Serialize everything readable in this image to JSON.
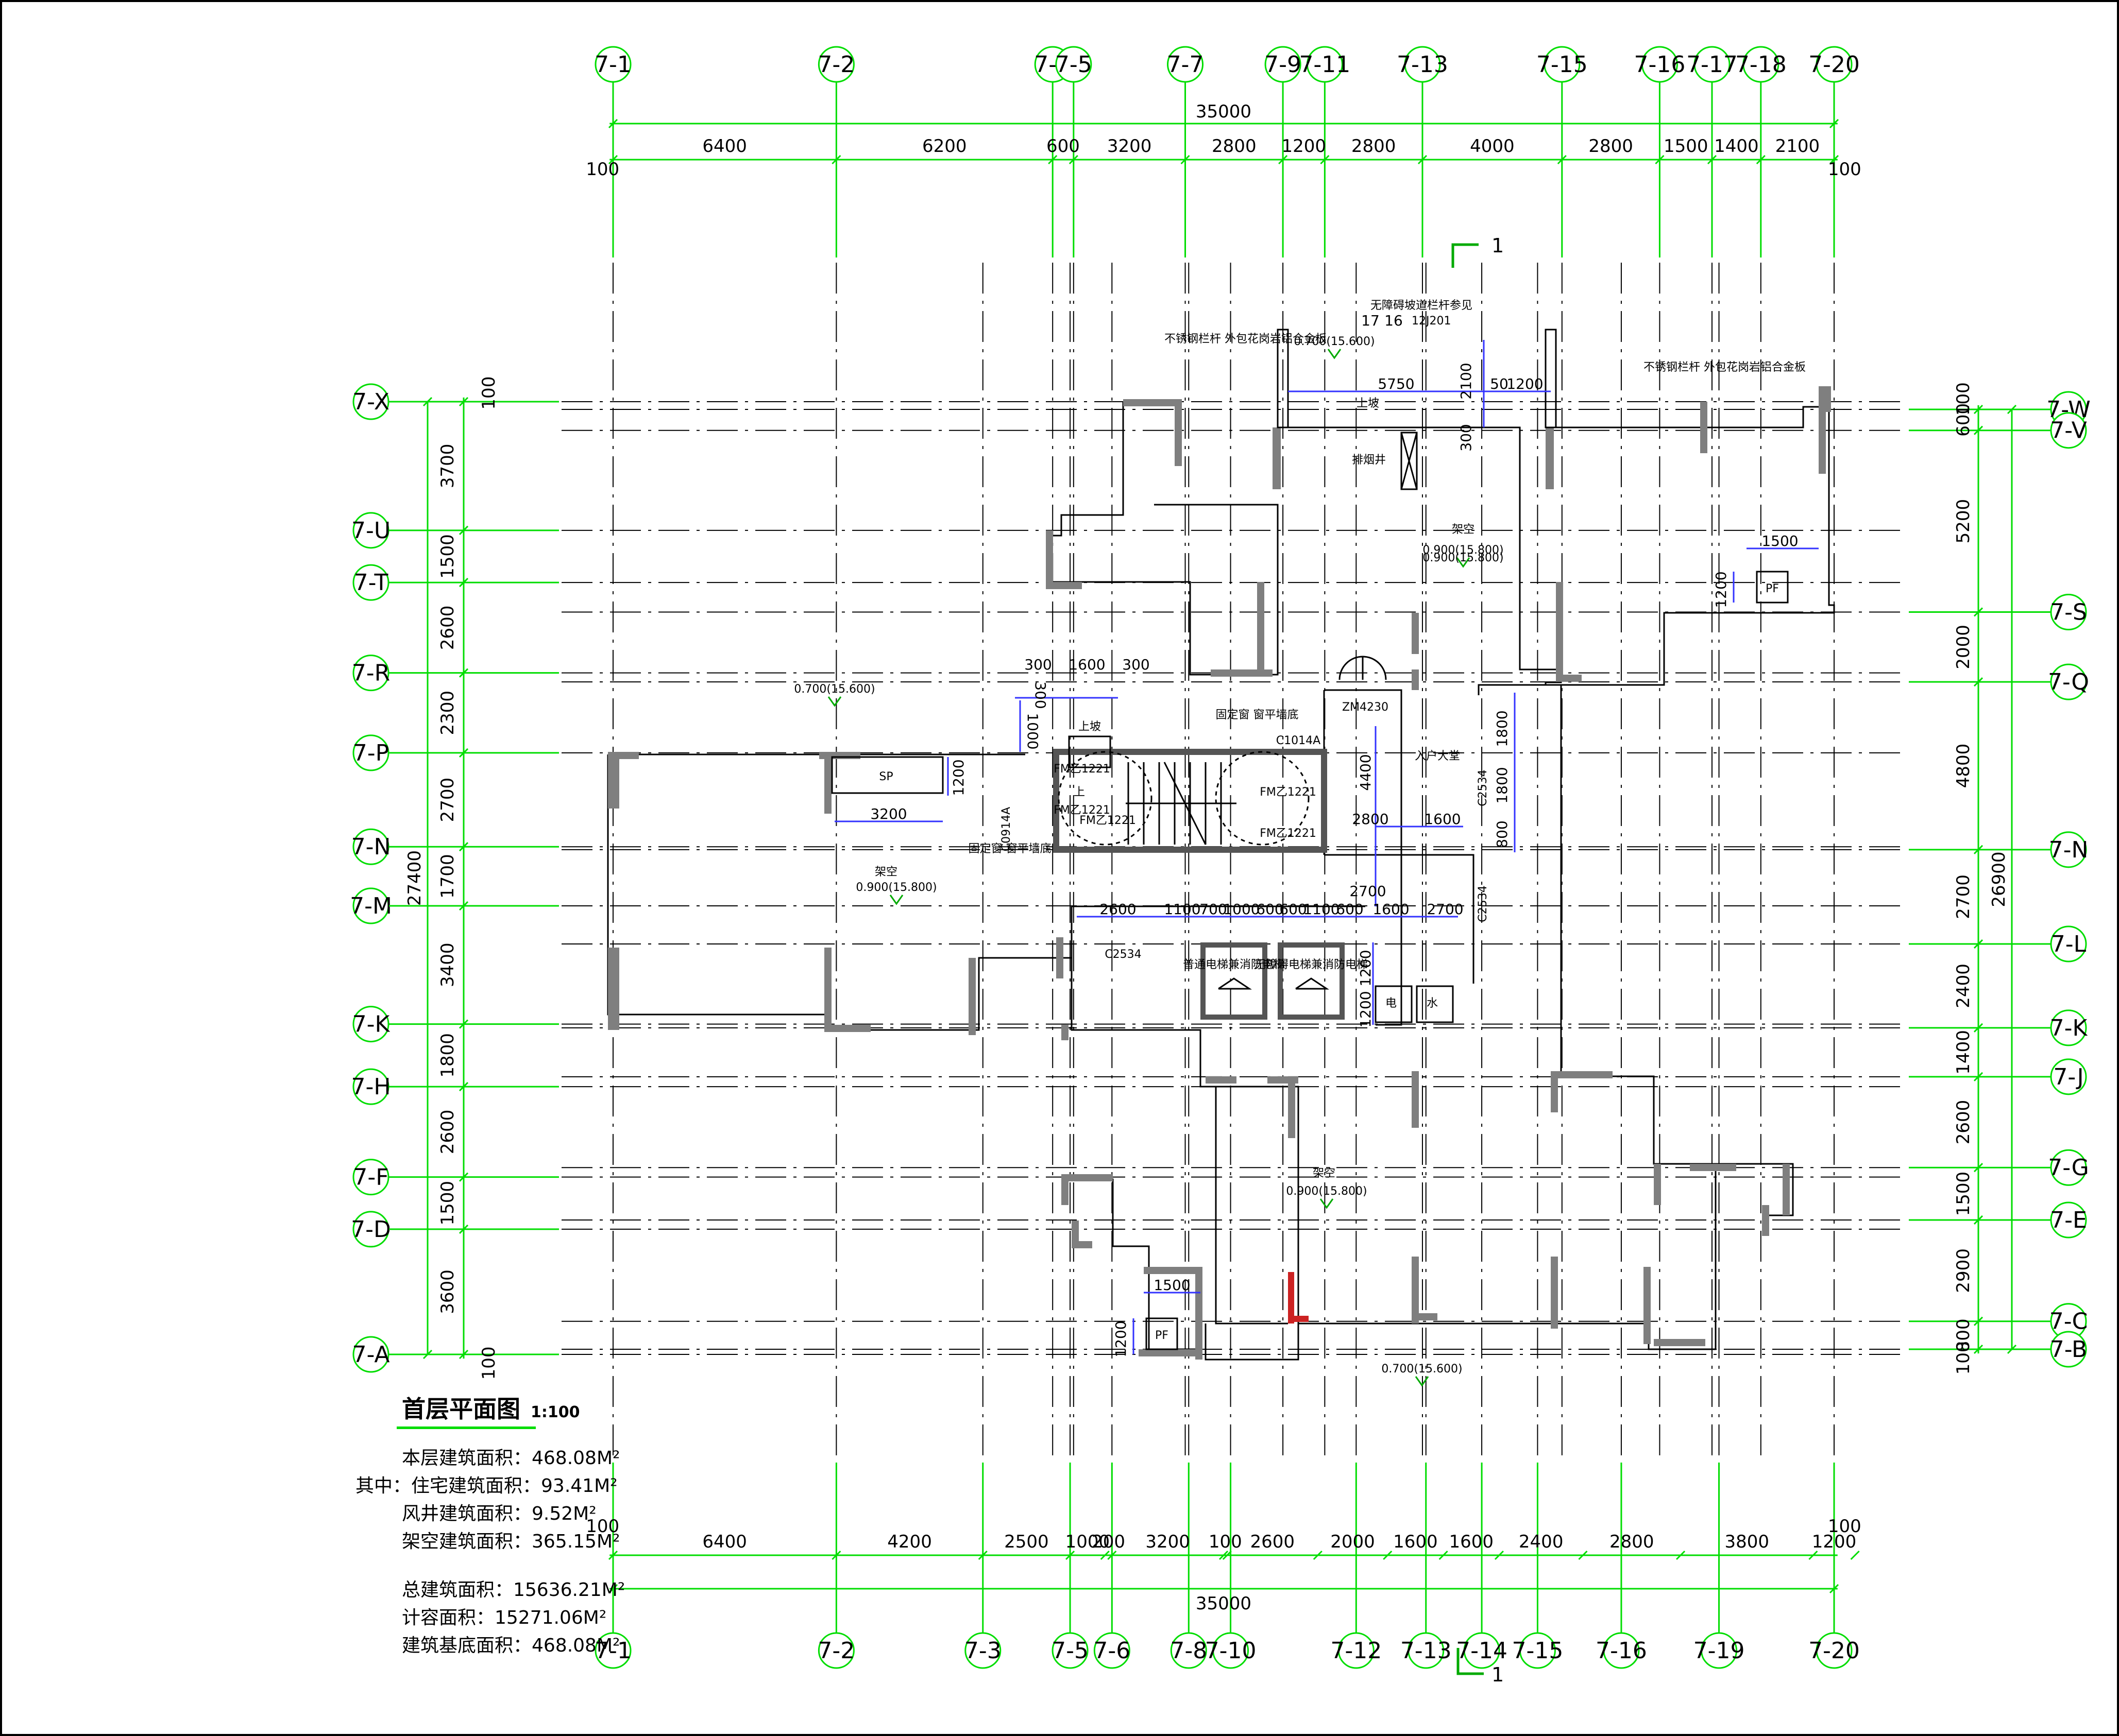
{
  "title": "首层平面图",
  "scale": "1:100",
  "areas": {
    "floor_area": "本层建筑面积：468.08M²",
    "including_prefix": "其中：",
    "residential_area": "住宅建筑面积：93.41M²",
    "shaft_area": "风井建筑面积：9.52M²",
    "stilt_area": "架空建筑面积：365.15M²",
    "total_area": "总建筑面积：15636.21M²",
    "plot_ratio_area": "计容面积：15271.06M²",
    "footprint_area": "建筑基底面积：468.08M²"
  },
  "top_axes": [
    "7-1",
    "7-2",
    "7-4",
    "7-5",
    "7-7",
    "7-9",
    "7-11",
    "7-13",
    "7-15",
    "7-16",
    "7-17",
    "7-18",
    "7-20"
  ],
  "bottom_axes": [
    "7-1",
    "7-2",
    "7-3",
    "7-5",
    "7-6",
    "7-8",
    "7-10",
    "7-12",
    "7-13",
    "7-14",
    "7-15",
    "7-16",
    "7-19",
    "7-20"
  ],
  "left_axes": [
    "7-X",
    "7-U",
    "7-T",
    "7-R",
    "7-P",
    "7-N",
    "7-M",
    "7-K",
    "7-H",
    "7-F",
    "7-D",
    "7-A"
  ],
  "right_axes": [
    "7-W",
    "7-V",
    "7-S",
    "7-Q",
    "7-N",
    "7-L",
    "7-K",
    "7-J",
    "7-G",
    "7-E",
    "7-C",
    "7-B"
  ],
  "top_dims": {
    "overall": "35000",
    "segments": [
      "6400",
      "6200",
      "600",
      "3200",
      "2800",
      "1200",
      "2800",
      "4000",
      "2800",
      "1500",
      "1400",
      "2100"
    ],
    "edge_left": "100",
    "edge_right": "100"
  },
  "bottom_dims": {
    "overall": "35000",
    "segments": [
      "6400",
      "4200",
      "2500",
      "1000",
      "200",
      "3200",
      "100",
      "2600",
      "2000",
      "1600",
      "1600",
      "2400",
      "2800",
      "3800",
      "1200"
    ],
    "edge_left": "100",
    "edge_right": "100"
  },
  "left_dims": {
    "overall": "27400",
    "segments": [
      "3700",
      "1500",
      "2600",
      "2300",
      "2700",
      "1700",
      "3400",
      "1800",
      "2600",
      "1500",
      "3600"
    ],
    "edge_top": "100",
    "edge_bottom": "100"
  },
  "right_dims": {
    "overall": "26900",
    "segments": [
      "600",
      "5200",
      "2000",
      "4800",
      "2700",
      "2400",
      "1400",
      "2600",
      "1500",
      "2900",
      "800"
    ],
    "edge_top": "100",
    "edge_bottom": "100"
  },
  "section_marks": [
    "1",
    "1"
  ],
  "room_labels": {
    "stilt_1": "架空",
    "stilt_2": "架空",
    "stilt_3": "架空",
    "lobby": "入户大堂",
    "shaft_sp": "SP",
    "shaft_pf_top": "PF",
    "shaft_pf_bottom": "PF",
    "stair_up": "上",
    "ramp_up": "上坡",
    "elevator_1": "普通电梯兼消防电梯",
    "elevator_2": "无障碍电梯兼消防电梯",
    "elec_room": "电",
    "water_room": "水",
    "exhaust": "排烟井",
    "steel_note_left": "不锈钢栏杆 外包花岗岩铝合金板",
    "steel_note_right": "不锈钢栏杆 外包花岗岩铝合金板",
    "barrier_free_note": "无障碍坡道栏杆参见",
    "bf_ref": "12J201",
    "detail_nums": [
      "17",
      "16"
    ]
  },
  "elevations": {
    "e1": "0.700(15.600)",
    "e2": "0.700(15.600)",
    "e3": "0.900(15.800)",
    "e4": "0.900(15.800)",
    "e5": "0.900(15.800)",
    "e6": "0.900(15.800)",
    "e7": "0.700(15.600)"
  },
  "door_tags": {
    "d1": "FM乙1221",
    "d2": "FM乙1221",
    "d3": "FM乙1221",
    "d4": "FM乙1221",
    "d5": "FM乙1221",
    "d6": "ZM4230",
    "w1": "C1014A",
    "w2": "C2534",
    "w3": "C2534",
    "w4": "C2534",
    "w5": "C0914A",
    "note1": "固定窗 窗平墙底",
    "note2": "固定窗 窗平墙底"
  },
  "inner_dims": {
    "top_ramp": [
      "5750",
      "2100",
      "50",
      "1200",
      "300"
    ],
    "stair": [
      "300",
      "1600",
      "300",
      "300",
      "1000"
    ],
    "sp": [
      "1200",
      "3200"
    ],
    "lobby_v": [
      "1800",
      "1800",
      "800",
      "4400"
    ],
    "lobby_h": [
      "2800",
      "1600",
      "1600",
      "2700"
    ],
    "row_m": [
      "2600",
      "1100",
      "700",
      "1000",
      "600",
      "600",
      "1100",
      "600"
    ],
    "row_k": [
      "1200",
      "1200"
    ],
    "pf_top": [
      "1500",
      "1200"
    ],
    "pf_bottom": [
      "1500",
      "1200"
    ]
  }
}
